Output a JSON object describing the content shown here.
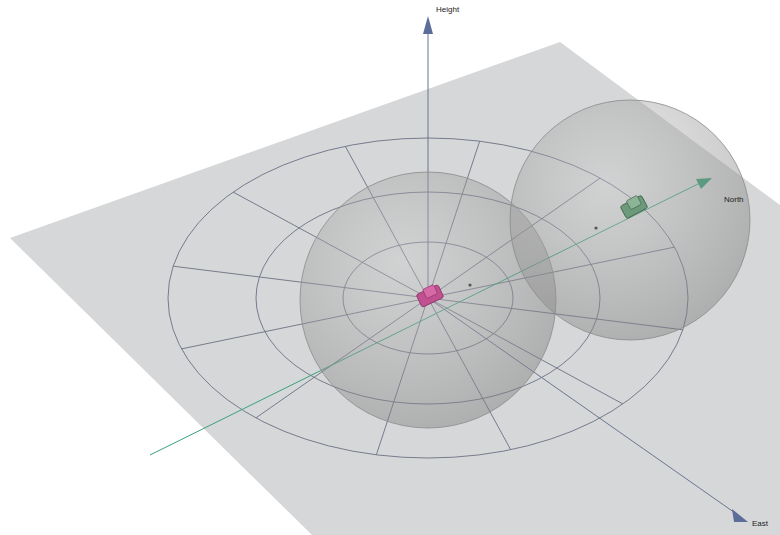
{
  "diagram": {
    "labels": [
      "Height",
      "North",
      "East"
    ]
  }
}
